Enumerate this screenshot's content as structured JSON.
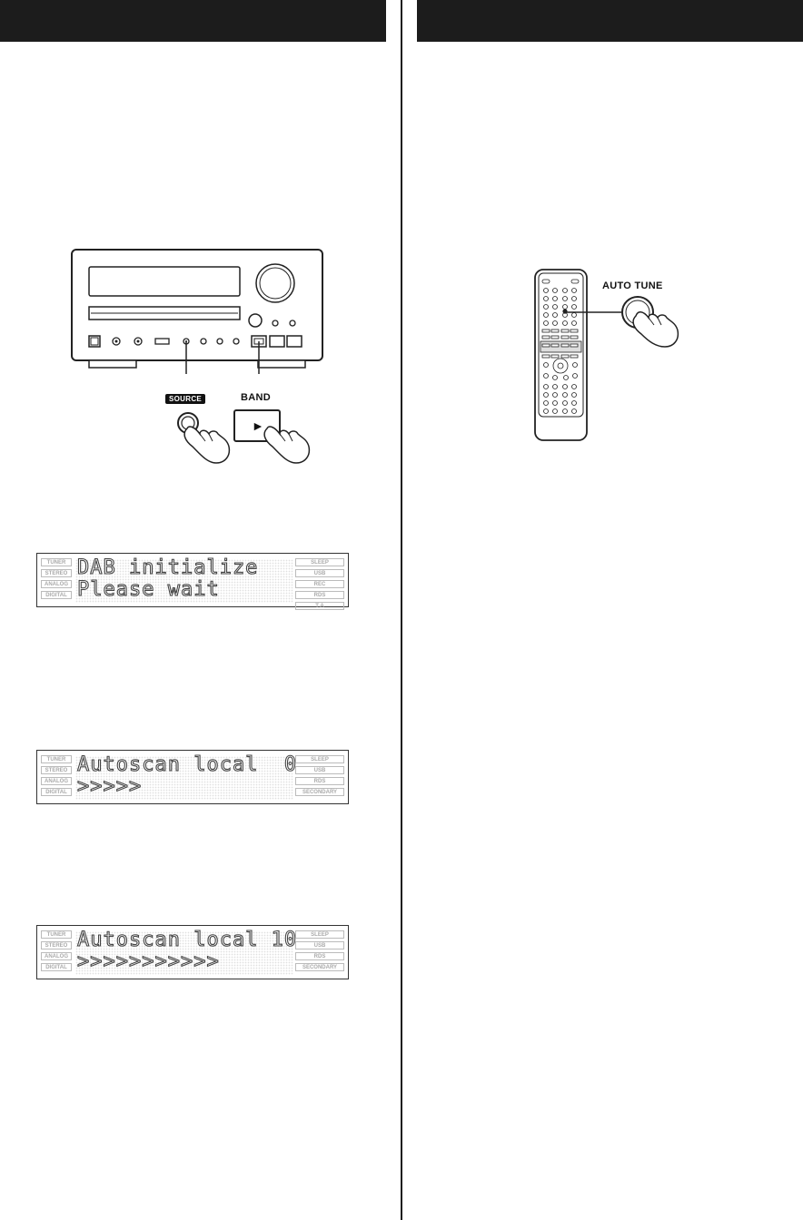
{
  "figures": {
    "source_label": "SOURCE",
    "band_label": "BAND",
    "band_play_symbol": "►",
    "auto_tune_label": "AUTO TUNE"
  },
  "indicators": {
    "left": [
      "TUNER",
      "STEREO",
      "ANALOG",
      "DIGITAL"
    ],
    "right": [
      "SLEEP",
      "USB",
      "REC",
      "RDS",
      "T A",
      "SECONDARY"
    ]
  },
  "displays": [
    {
      "line1": "DAB initialize",
      "line2": "Please wait"
    },
    {
      "line1": "Autoscan local  0",
      "line2": ">>>>>"
    },
    {
      "line1": "Autoscan local 10",
      "line2": ">>>>>>>>>>>"
    }
  ]
}
